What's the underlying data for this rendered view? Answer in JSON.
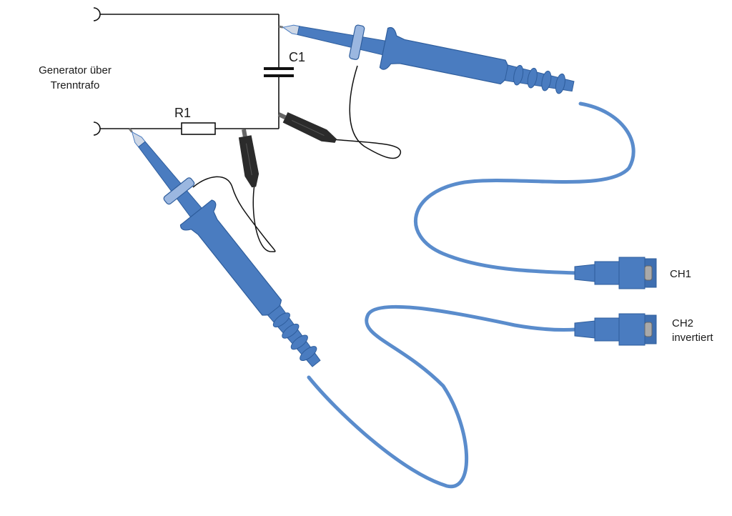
{
  "diagram": {
    "generator_label_line1": "Generator über",
    "generator_label_line2": "Trenntrafo",
    "resistor_label": "R1",
    "capacitor_label": "C1",
    "ch1_label": "CH1",
    "ch2_label_line1": "CH2",
    "ch2_label_line2": "invertiert"
  },
  "colors": {
    "probe_blue": "#4a7cc0",
    "probe_dark": "#2e5d9c",
    "ring_light": "#9bb7e0",
    "cable_blue": "#5a8ccc",
    "ground_clip": "#2b2b2b",
    "wire": "#111111"
  }
}
